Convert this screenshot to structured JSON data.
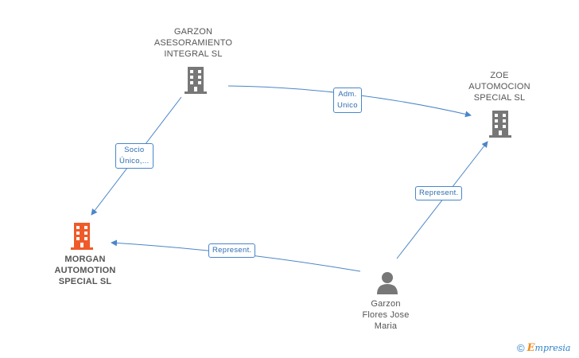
{
  "nodes": {
    "garzon_asesoramiento": {
      "label": "GARZON\nASESORAMIENTO\nINTEGRAL  SL",
      "type": "company"
    },
    "zoe_automocion": {
      "label": "ZOE\nAUTOMOCION\nSPECIAL SL",
      "type": "company"
    },
    "morgan_automotion": {
      "label": "MORGAN\nAUTOMOTION\nSPECIAL SL",
      "type": "company-main"
    },
    "garzon_flores": {
      "label": "Garzon\nFlores Jose\nMaria",
      "type": "person"
    }
  },
  "edges": {
    "adm_unico": {
      "label": "Adm.\nUnico"
    },
    "socio_unico": {
      "label": "Socio\nÚnico,..."
    },
    "represent_zoe": {
      "label": "Represent."
    },
    "represent_morgan": {
      "label": "Represent."
    }
  },
  "colors": {
    "edge": "#4a86c8",
    "company_icon": "#777777",
    "main_icon": "#f05a28",
    "person_icon": "#777777"
  },
  "footer": {
    "copyright_symbol": "©",
    "brand_initial": "E",
    "brand_rest": "mpresia"
  }
}
